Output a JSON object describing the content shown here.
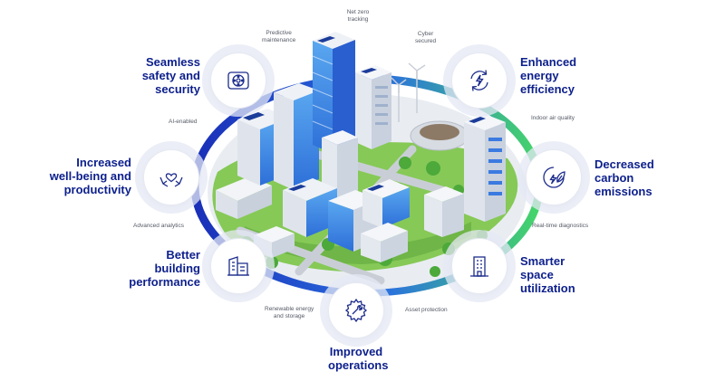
{
  "benefits": {
    "safety": [
      "Seamless",
      "safety and",
      "security"
    ],
    "wellbeing": [
      "Increased",
      "well-being and",
      "productivity"
    ],
    "building": [
      "Better",
      "building",
      "performance"
    ],
    "operations": [
      "Improved",
      "operations"
    ],
    "energy": [
      "Enhanced",
      "energy",
      "efficiency"
    ],
    "carbon": [
      "Decreased",
      "carbon",
      "emissions"
    ],
    "space": [
      "Smarter",
      "space",
      "utilization"
    ]
  },
  "features": {
    "net_zero": [
      "Net zero",
      "tracking"
    ],
    "predictive": [
      "Predictive",
      "maintenance"
    ],
    "cyber": [
      "Cyber",
      "secured"
    ],
    "ai": "AI-enabled",
    "indoor_air": "Indoor air quality",
    "analytics": "Advanced analytics",
    "diagnostics": "Real-time diagnostics",
    "renewable": [
      "Renewable energy",
      "and storage"
    ],
    "asset": "Asset protection"
  },
  "icons": {
    "safety": "security-camera-icon",
    "wellbeing": "heart-hands-icon",
    "building": "building-icon",
    "operations": "gear-wrench-icon",
    "energy": "energy-cycle-icon",
    "carbon": "leaf-bolt-icon",
    "space": "office-tower-icon"
  },
  "colors": {
    "brand_navy": "#0c1f8c",
    "ring_blue": "#1f3fd1",
    "ring_green": "#3fd36a",
    "park_green": "#7cc552",
    "icon_stroke": "#1c2c8c"
  }
}
